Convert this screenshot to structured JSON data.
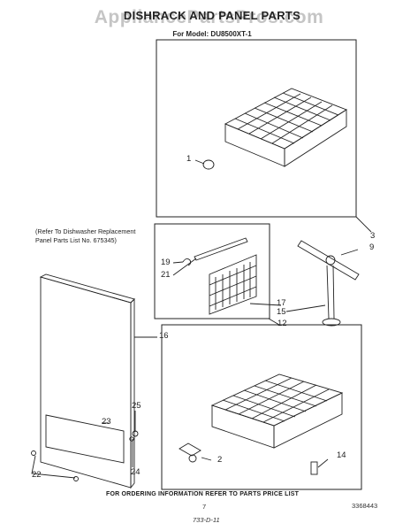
{
  "header": {
    "watermark": "AppliancePartsPros.com",
    "title": "DISHRACK AND PANEL PARTS",
    "model": "For Model: DU8500XT-1"
  },
  "note": {
    "line1": "(Refer To Dishwasher Replacement",
    "line2": "Panel Parts List No. 675345)"
  },
  "callouts": {
    "c1": "1",
    "c2": "2",
    "c3": "3",
    "c9": "9",
    "c12": "12",
    "c14": "14",
    "c15": "15",
    "c16": "16",
    "c17": "17",
    "c19": "19",
    "c21": "21",
    "c22": "22",
    "c23": "23",
    "c24": "24",
    "c25": "25"
  },
  "footer": {
    "ordering": "FOR ORDERING INFORMATION REFER TO PARTS PRICE LIST",
    "page_number": "7",
    "doc_number": "3368443",
    "handwritten": "733-D-11"
  }
}
